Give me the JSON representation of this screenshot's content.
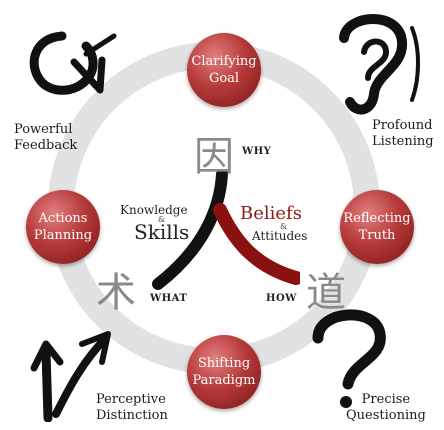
{
  "nodes": {
    "top": "Clarifying\nGoal",
    "right": "Reflecting\nTruth",
    "bottom": "Shifting\nParadigm",
    "left": "Actions\nPlanning"
  },
  "corners": {
    "top_left": "Powerful\nFeedback",
    "top_right": "Profound\nListening",
    "bottom_left": "Perceptive\nDistinction",
    "bottom_right": "Precise\nQuestioning"
  },
  "center": {
    "why_glyph": "因",
    "why_label": "WHY",
    "how_glyph": "道",
    "how_label": "HOW",
    "what_glyph": "术",
    "what_label": "WHAT",
    "knowledge": "Knowledge",
    "amp_left": "&",
    "skills": "Skills",
    "beliefs": "Beliefs",
    "amp_right": "&",
    "attitudes": "Attitudes"
  },
  "colors": {
    "node_red": "#a52a2a",
    "beliefs_red": "#8b1a1a",
    "ring_gray": "#e2e2e2",
    "glyph_gray": "#8a8a8a"
  },
  "icons": [
    "brush-circle-arrow-icon",
    "brush-ear-icon",
    "brush-arrows-icon",
    "brush-question-mark-icon",
    "brush-person-character-icon"
  ]
}
